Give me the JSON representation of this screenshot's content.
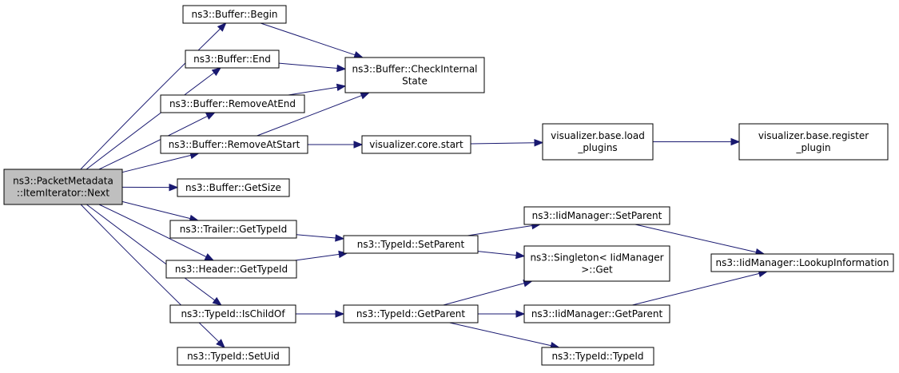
{
  "colors": {
    "edge": "#191970",
    "root_fill": "#bfbfbf",
    "node_fill": "#ffffff",
    "node_stroke": "#000000"
  },
  "nodes": [
    {
      "id": "next",
      "lines": [
        "ns3::PacketMetadata",
        "::ItemIterator::Next"
      ],
      "root": true
    },
    {
      "id": "begin",
      "lines": [
        "ns3::Buffer::Begin"
      ]
    },
    {
      "id": "end",
      "lines": [
        "ns3::Buffer::End"
      ]
    },
    {
      "id": "removeAtEnd",
      "lines": [
        "ns3::Buffer::RemoveAtEnd"
      ]
    },
    {
      "id": "removeAtStart",
      "lines": [
        "ns3::Buffer::RemoveAtStart"
      ]
    },
    {
      "id": "getSize",
      "lines": [
        "ns3::Buffer::GetSize"
      ]
    },
    {
      "id": "trailerGetTypeId",
      "lines": [
        "ns3::Trailer::GetTypeId"
      ]
    },
    {
      "id": "headerGetTypeId",
      "lines": [
        "ns3::Header::GetTypeId"
      ]
    },
    {
      "id": "isChildOf",
      "lines": [
        "ns3::TypeId::IsChildOf"
      ]
    },
    {
      "id": "setUid",
      "lines": [
        "ns3::TypeId::SetUid"
      ]
    },
    {
      "id": "checkInternal",
      "lines": [
        "ns3::Buffer::CheckInternal",
        "State"
      ]
    },
    {
      "id": "coreStart",
      "lines": [
        "visualizer.core.start"
      ]
    },
    {
      "id": "loadPlugins",
      "lines": [
        "visualizer.base.load",
        "_plugins"
      ]
    },
    {
      "id": "registerPlugin",
      "lines": [
        "visualizer.base.register",
        "_plugin"
      ]
    },
    {
      "id": "typeIdSetParent",
      "lines": [
        "ns3::TypeId::SetParent"
      ]
    },
    {
      "id": "typeIdGetParent",
      "lines": [
        "ns3::TypeId::GetParent"
      ]
    },
    {
      "id": "iidSetParent",
      "lines": [
        "ns3::IidManager::SetParent"
      ]
    },
    {
      "id": "singletonGet",
      "lines": [
        "ns3::Singleton< IidManager",
        ">::Get"
      ]
    },
    {
      "id": "iidGetParent",
      "lines": [
        "ns3::IidManager::GetParent"
      ]
    },
    {
      "id": "typeIdCtor",
      "lines": [
        "ns3::TypeId::TypeId"
      ]
    },
    {
      "id": "lookupInfo",
      "lines": [
        "ns3::IidManager::LookupInformation"
      ]
    }
  ],
  "edges": [
    [
      "next",
      "begin"
    ],
    [
      "next",
      "end"
    ],
    [
      "next",
      "removeAtEnd"
    ],
    [
      "next",
      "removeAtStart"
    ],
    [
      "next",
      "getSize"
    ],
    [
      "next",
      "trailerGetTypeId"
    ],
    [
      "next",
      "headerGetTypeId"
    ],
    [
      "next",
      "isChildOf"
    ],
    [
      "next",
      "setUid"
    ],
    [
      "begin",
      "checkInternal"
    ],
    [
      "end",
      "checkInternal"
    ],
    [
      "removeAtEnd",
      "checkInternal"
    ],
    [
      "removeAtStart",
      "checkInternal"
    ],
    [
      "removeAtStart",
      "coreStart"
    ],
    [
      "coreStart",
      "loadPlugins"
    ],
    [
      "loadPlugins",
      "registerPlugin"
    ],
    [
      "trailerGetTypeId",
      "typeIdSetParent"
    ],
    [
      "headerGetTypeId",
      "typeIdSetParent"
    ],
    [
      "typeIdSetParent",
      "iidSetParent"
    ],
    [
      "typeIdSetParent",
      "singletonGet"
    ],
    [
      "iidSetParent",
      "lookupInfo"
    ],
    [
      "isChildOf",
      "typeIdGetParent"
    ],
    [
      "typeIdGetParent",
      "singletonGet"
    ],
    [
      "typeIdGetParent",
      "iidGetParent"
    ],
    [
      "typeIdGetParent",
      "typeIdCtor"
    ],
    [
      "iidGetParent",
      "lookupInfo"
    ]
  ]
}
